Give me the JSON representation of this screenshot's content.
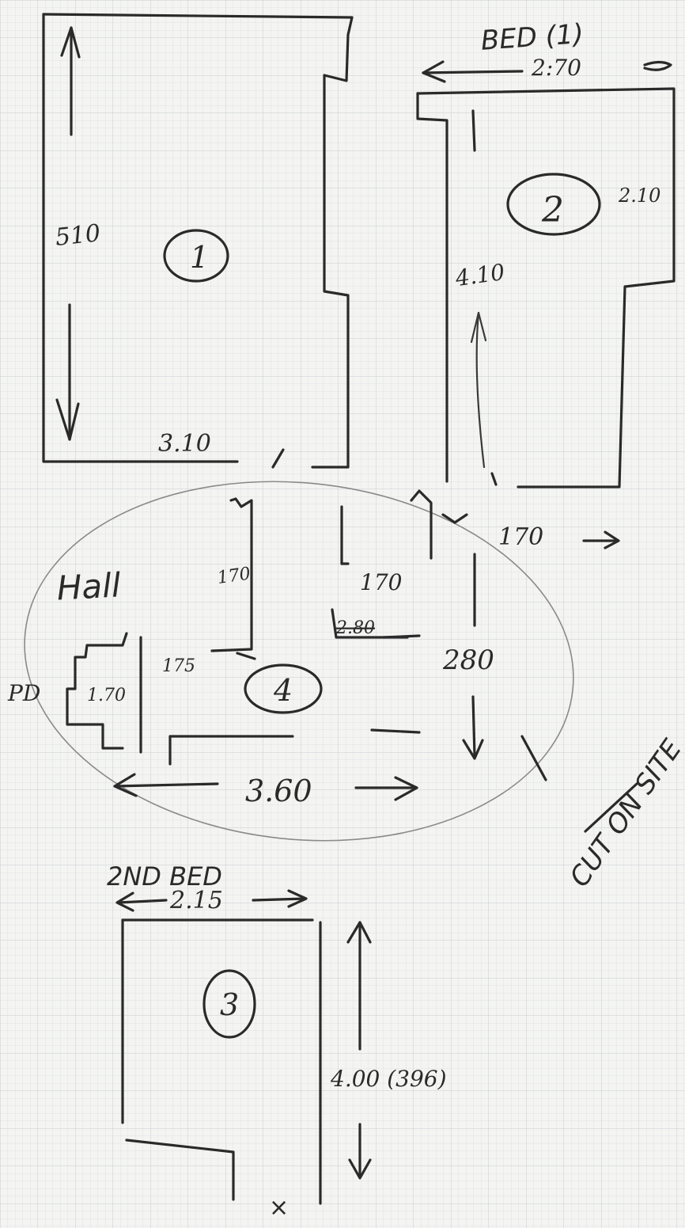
{
  "rooms": [
    {
      "id": "1",
      "height_label": "510",
      "width_label": "3.10"
    },
    {
      "id": "2",
      "header": "BED (1)",
      "width_label": "2:70",
      "right_label": "2.10",
      "height_label": "4.10",
      "bottom_label": "170"
    },
    {
      "id": "4",
      "title": "Hall",
      "left_label": "PD",
      "labels": [
        "170",
        "170",
        "175",
        "1.70",
        "280"
      ],
      "strike_label": "2.80",
      "width_label": "3.60",
      "note": "CUT ON SITE"
    },
    {
      "id": "3",
      "header": "2ND BED",
      "width_label": "2.15",
      "height_label": "4.00 (396)"
    }
  ]
}
